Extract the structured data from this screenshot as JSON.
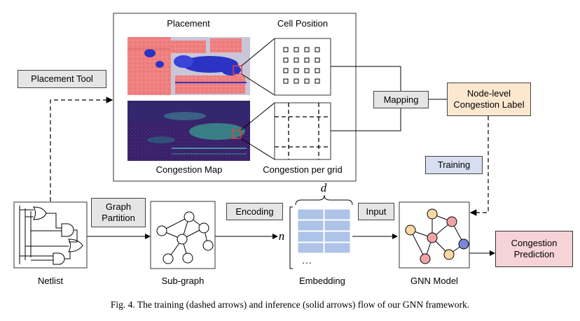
{
  "labels": {
    "placement": "Placement",
    "cell_position": "Cell Position",
    "congestion_map": "Congestion Map",
    "congestion_per_grid": "Congestion per grid",
    "placement_tool": "Placement Tool",
    "mapping": "Mapping",
    "node_level_label_line1": "Node-level",
    "node_level_label_line2": "Congestion Label",
    "training": "Training",
    "graph_partition_line1": "Graph",
    "graph_partition_line2": "Partition",
    "encoding": "Encoding",
    "input": "Input",
    "d_symbol": "d",
    "n_symbol": "n",
    "ellipsis": "…",
    "congestion_prediction_line1": "Congestion",
    "congestion_prediction_line2": "Prediction",
    "netlist": "Netlist",
    "subgraph": "Sub-graph",
    "embedding": "Embedding",
    "gnn_model": "GNN Model"
  },
  "caption": "Fig. 4.  The training (dashed arrows) and inference (solid arrows) flow of our GNN framework.",
  "colors": {
    "placement_pink": "#f08080",
    "placement_blue": "#2c33c4",
    "congestion_bg": "#3b1f6b",
    "congestion_teal": "#3a8f8a",
    "embedding_blue": "#aec3e8",
    "node_orange": "#fcd9a4",
    "node_pink": "#f0a4a8",
    "node_blue": "#7d86d6",
    "highlight_red": "#e04040"
  }
}
